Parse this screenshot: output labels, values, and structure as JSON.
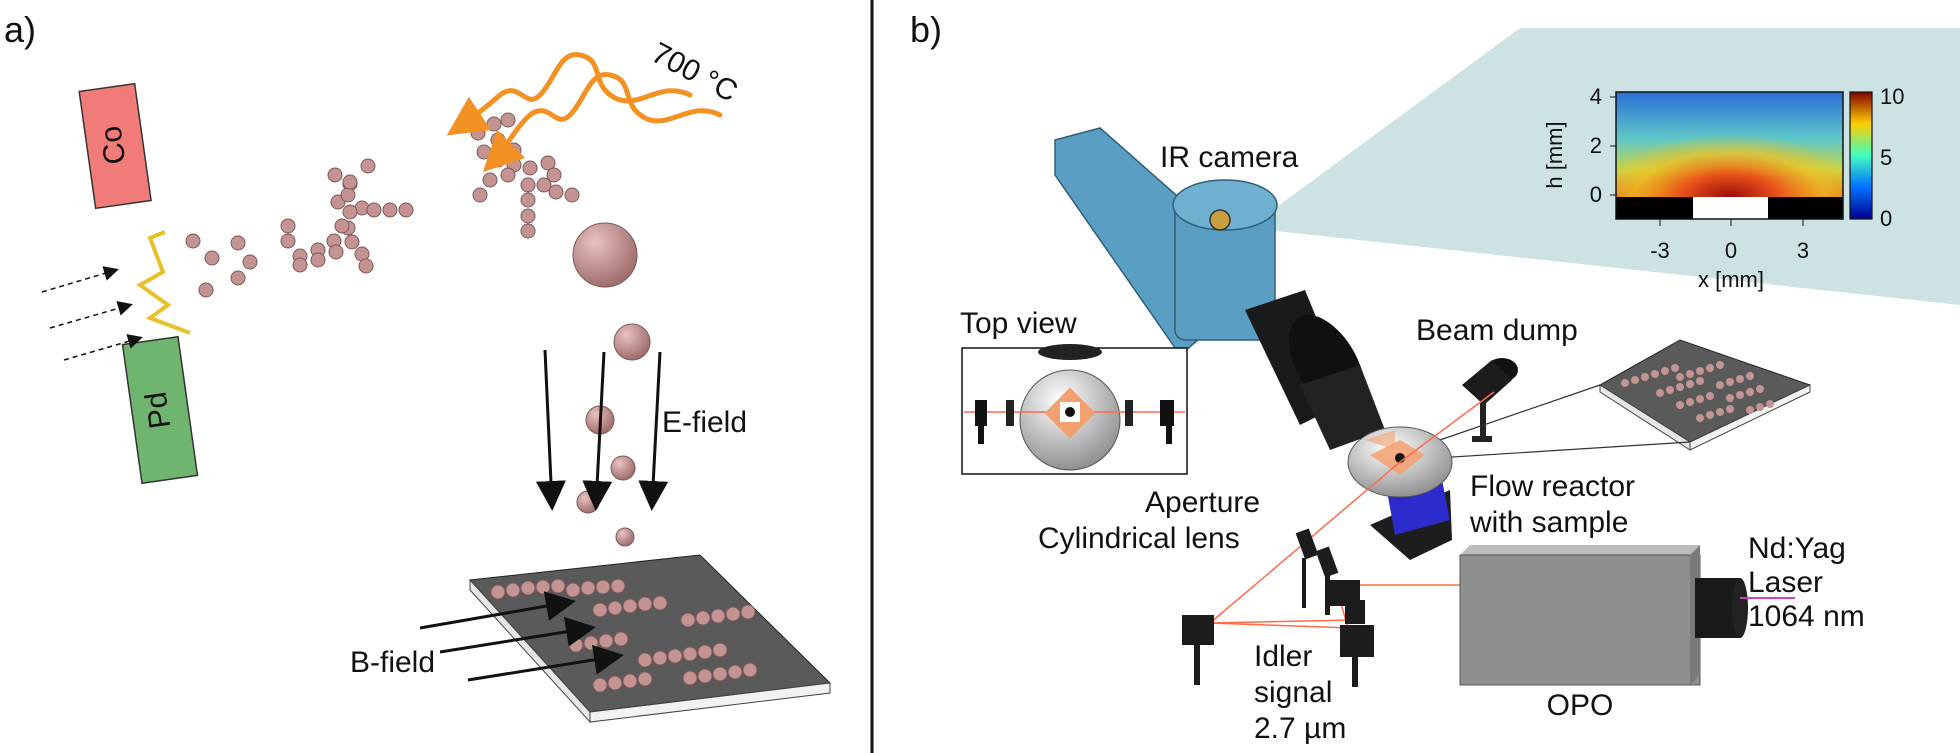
{
  "panel_a": {
    "panel_label": "a)",
    "target_co": "Co",
    "target_pd": "Pd",
    "temperature": "700 °C",
    "efield": "E-field",
    "bfield": "B-field"
  },
  "panel_b": {
    "panel_label": "b)",
    "ir_camera": "IR camera",
    "top_view": "Top view",
    "beam_dump": "Beam dump",
    "aperture": "Aperture",
    "cylindrical_lens": "Cylindrical lens",
    "flow_reactor_1": "Flow reactor",
    "flow_reactor_2": "with sample",
    "ndyag": "Nd:Yag",
    "laser": "Laser",
    "wavelength": "1064 nm",
    "idler": "Idler",
    "signal": "signal",
    "signal_wavelength": "2.7 µm",
    "opo": "OPO",
    "inset": {
      "ylabel": "h [mm]",
      "xlabel": "x [mm]",
      "yticks": [
        "4",
        "2",
        "0"
      ],
      "xticks": [
        "-3",
        "0",
        "3"
      ],
      "cbar_ticks": [
        "10",
        "5",
        "0"
      ]
    }
  },
  "colors": {
    "co_target": "#f07b78",
    "pd_target": "#6fb56f",
    "particle": "#c49493",
    "heat_arrow": "#f39122",
    "substrate": "#5a5a5a",
    "camera": "#5b9ec4",
    "inset_backdrop": "#cde2e2",
    "laser_beam": "#ff6a4a"
  }
}
